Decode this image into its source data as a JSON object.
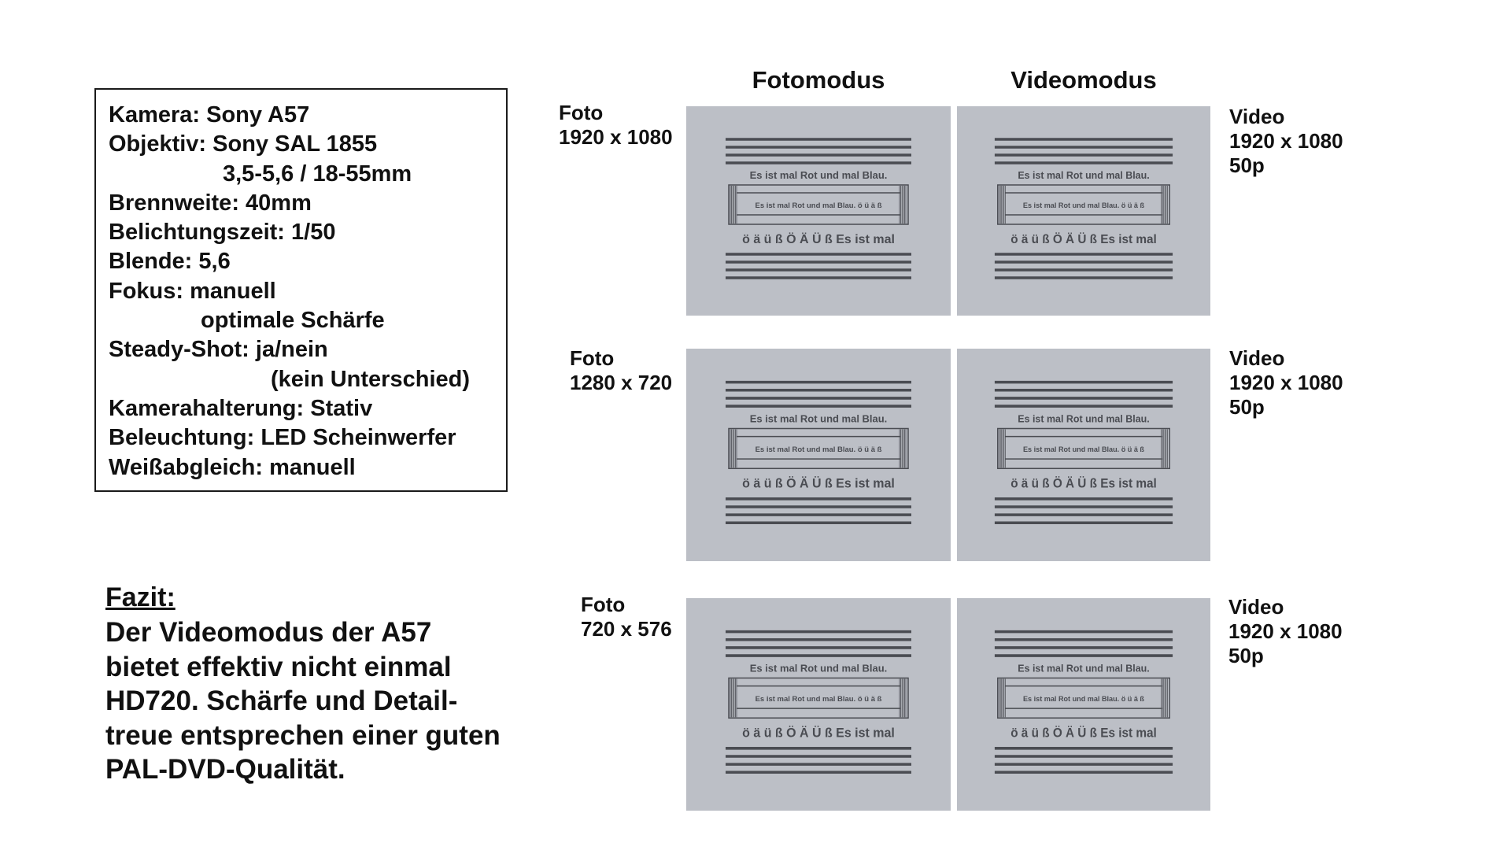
{
  "specs": {
    "lines": [
      "Kamera: Sony A57",
      "Objektiv: Sony SAL 1855",
      "3,5-5,6 / 18-55mm",
      "Brennweite: 40mm",
      "Belichtungszeit: 1/50",
      "Blende: 5,6",
      "Fokus: manuell",
      "optimale Schärfe",
      "Steady-Shot: ja/nein",
      "(kein Unterschied)",
      "Kamerahalterung: Stativ",
      "Beleuchtung: LED Scheinwerfer",
      "Weißabgleich: manuell"
    ]
  },
  "conclusion": {
    "title": "Fazit:",
    "text": "Der Videomodus der A57\nbietet effektiv nicht einmal\nHD720. Schärfe und Detail-\ntreue entsprechen einer guten\nPAL-DVD-Qualität."
  },
  "columns": {
    "photo": "Fotomodus",
    "video": "Videomodus"
  },
  "rows": [
    {
      "photo_label": "Foto\n1920 x 1080",
      "video_label": "Video\n1920 x 1080\n50p"
    },
    {
      "photo_label": "Foto\n1280 x 720",
      "video_label": "Video\n1920 x 1080\n50p"
    },
    {
      "photo_label": "Foto\n720 x 576",
      "video_label": "Video\n1920 x 1080\n50p"
    }
  ],
  "test_chart": {
    "line1": "Es ist mal Rot und mal Blau.",
    "line2": "Es ist mal Rot und mal Blau. ö ü ä ß",
    "line3": "ö ä ü ß Ö Ä Ü ß  Es ist mal"
  },
  "colors": {
    "tile_background": "#bcbfc6",
    "chart_lines": "#4a4c52"
  }
}
